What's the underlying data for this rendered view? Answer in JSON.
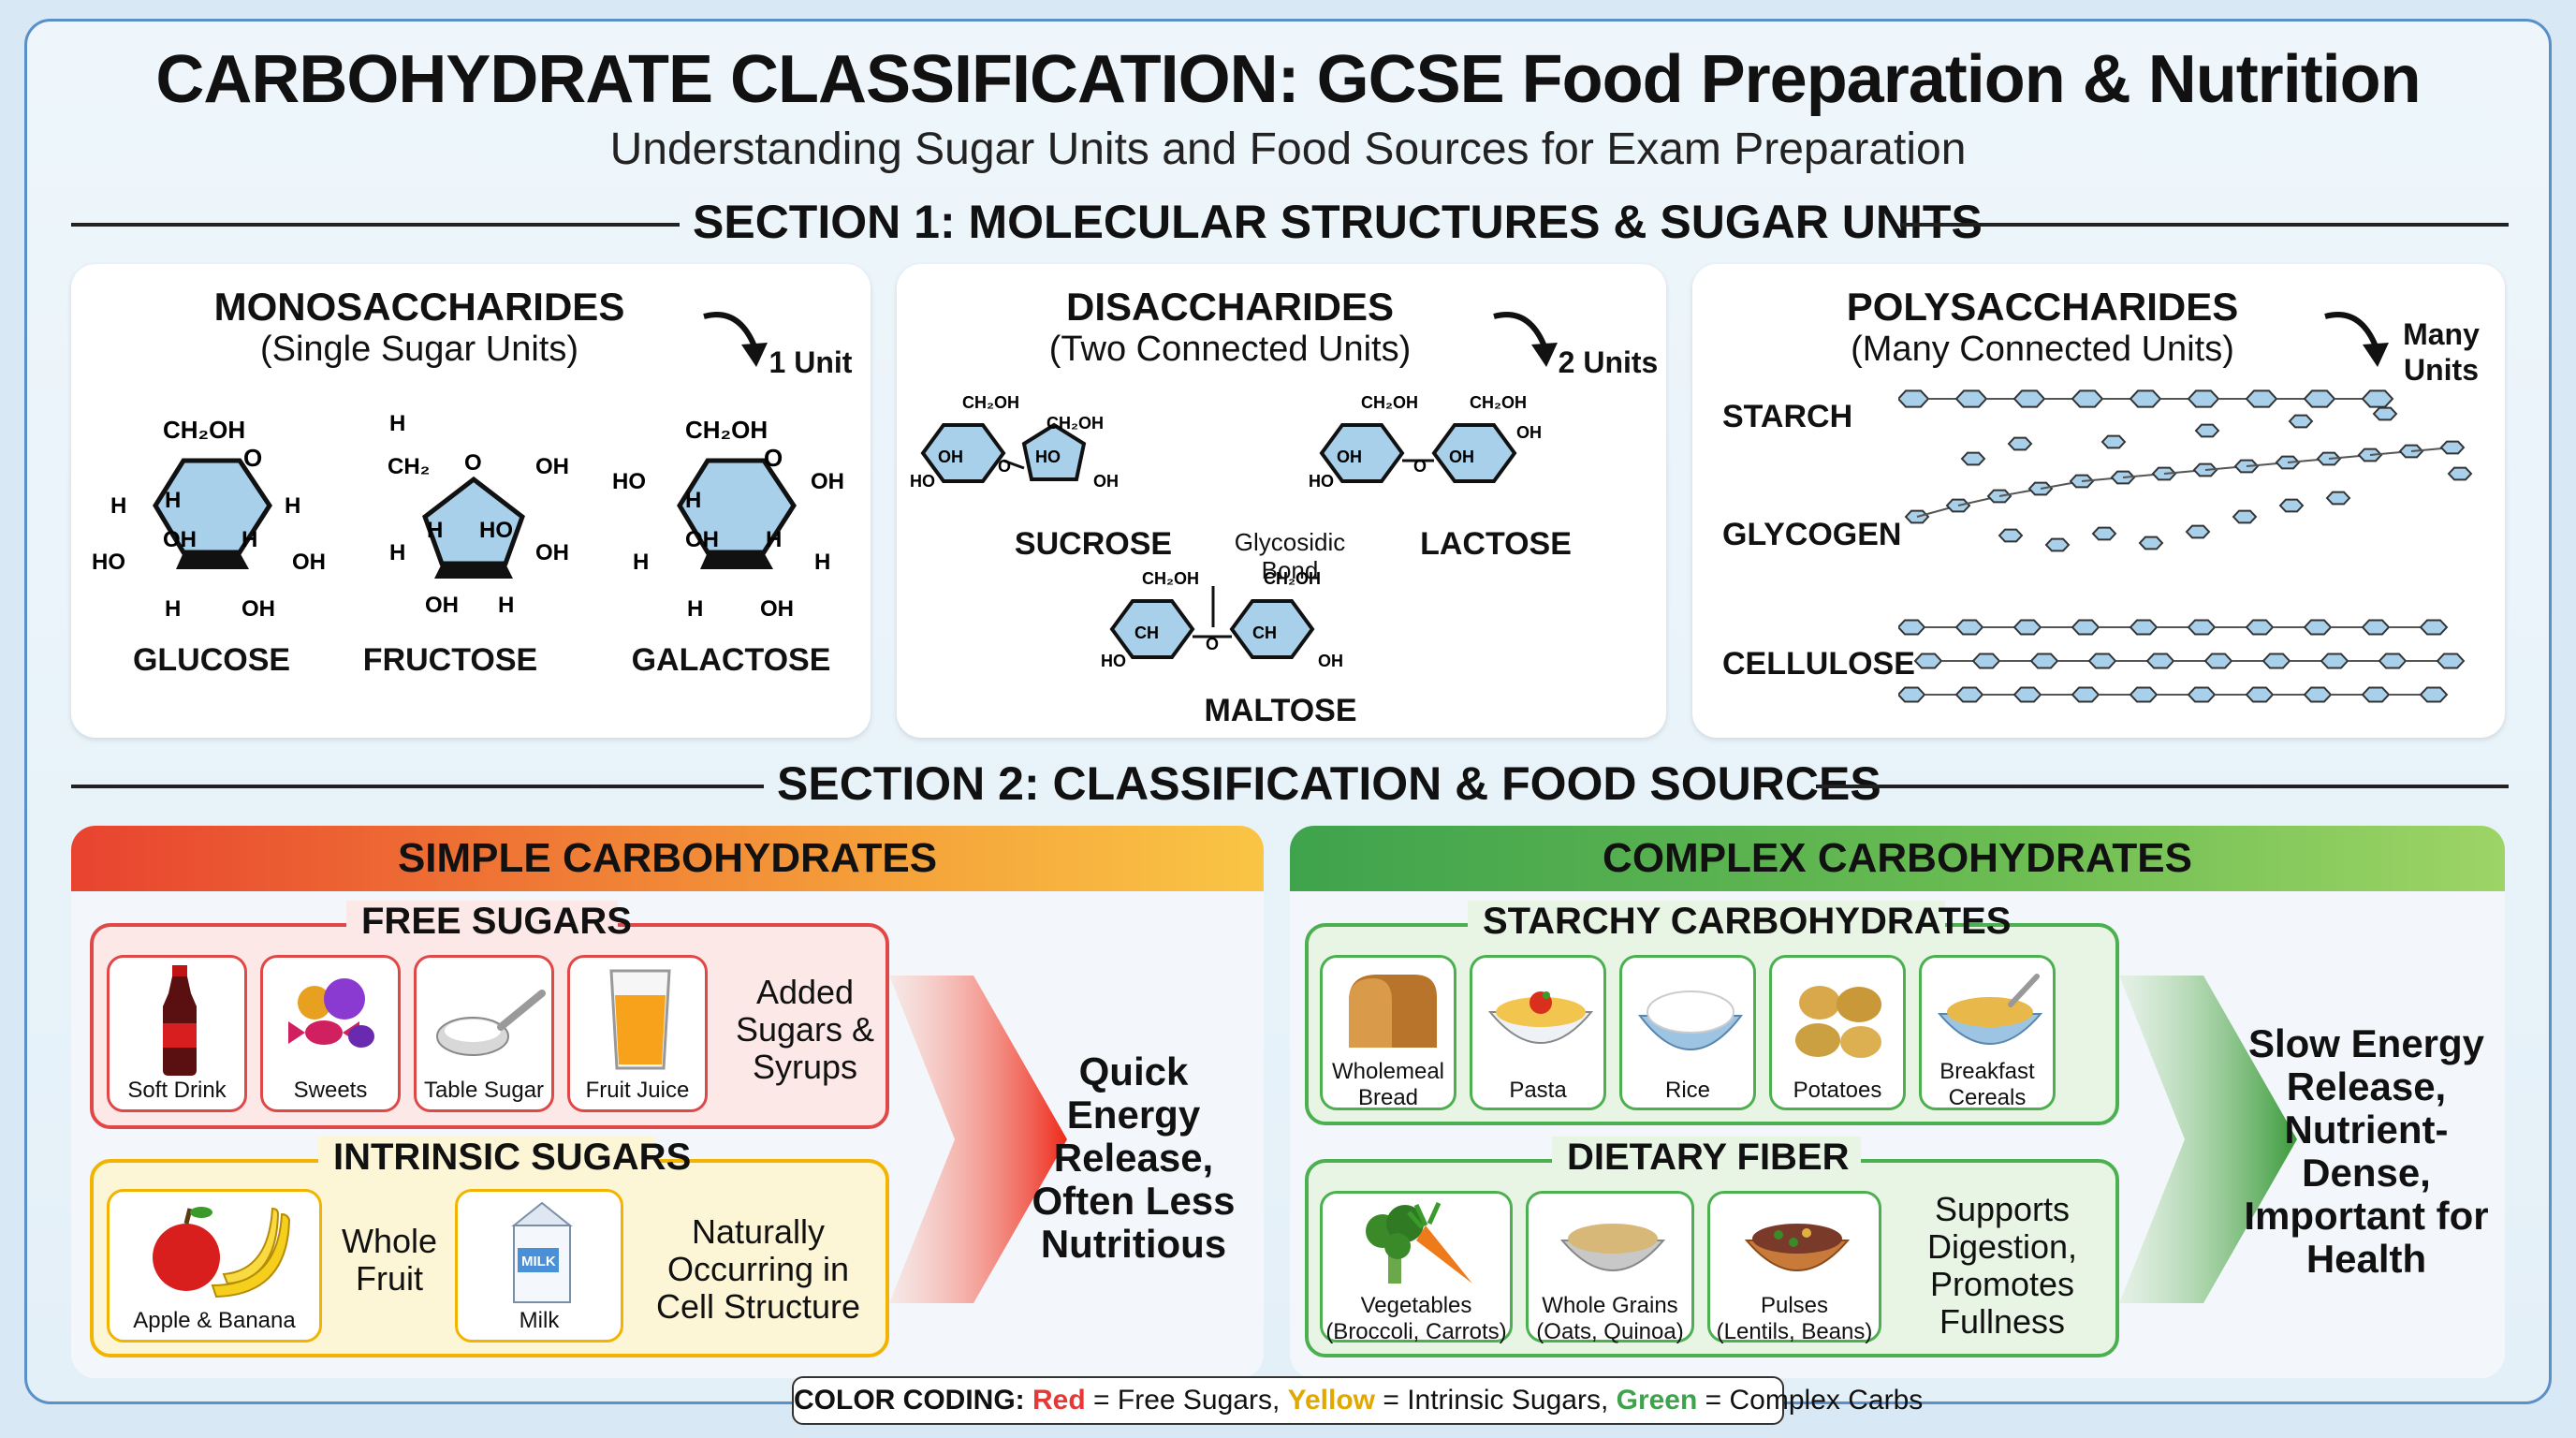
{
  "header": {
    "title": "CARBOHYDRATE CLASSIFICATION: GCSE Food Preparation & Nutrition",
    "subtitle": "Understanding Sugar Units and Food Sources for Exam Preparation"
  },
  "section1": {
    "heading": "SECTION 1: MOLECULAR STRUCTURES & SUGAR UNITS",
    "mono": {
      "title": "MONOSACCHARIDES",
      "subtitle": "(Single Sugar Units)",
      "units": "1 Unit",
      "molecules": [
        "GLUCOSE",
        "FRUCTOSE",
        "GALACTOSE"
      ]
    },
    "di": {
      "title": "DISACCHARIDES",
      "subtitle": "(Two Connected Units)",
      "units": "2 Units",
      "molecules": [
        "SUCROSE",
        "LACTOSE",
        "MALTOSE"
      ],
      "bond_label_1": "Glycosidic",
      "bond_label_2": "Bond"
    },
    "poly": {
      "title": "POLYSACCHARIDES",
      "subtitle": "(Many Connected Units)",
      "units_1": "Many",
      "units_2": "Units",
      "molecules": [
        "STARCH",
        "GLYCOGEN",
        "CELLULOSE"
      ]
    }
  },
  "section2": {
    "heading": "SECTION 2: CLASSIFICATION & FOOD SOURCES",
    "simple": {
      "title": "SIMPLE CARBOHYDRATES",
      "free": {
        "title": "FREE SUGARS",
        "items": [
          "Soft Drink",
          "Sweets",
          "Table Sugar",
          "Fruit Juice"
        ],
        "note": [
          "Added",
          "Sugars &",
          "Syrups"
        ]
      },
      "intrinsic": {
        "title": "INTRINSIC SUGARS",
        "items": [
          "Apple & Banana",
          "Milk"
        ],
        "whole_fruit": [
          "Whole",
          "Fruit"
        ],
        "note": [
          "Naturally",
          "Occurring in",
          "Cell Structure"
        ]
      },
      "outcome": [
        "Quick Energy",
        "Release,",
        "Often Less",
        "Nutritious"
      ]
    },
    "complex": {
      "title": "COMPLEX CARBOHYDRATES",
      "starchy": {
        "title": "STARCHY CARBOHYDRATES",
        "items": [
          [
            "Wholemeal",
            "Bread"
          ],
          [
            "Pasta"
          ],
          [
            "Rice"
          ],
          [
            "Potatoes"
          ],
          [
            "Breakfast",
            "Cereals"
          ]
        ]
      },
      "fiber": {
        "title": "DIETARY FIBER",
        "items": [
          [
            "Vegetables",
            "(Broccoli, Carrots)"
          ],
          [
            "Whole Grains",
            "(Oats, Quinoa)"
          ],
          [
            "Pulses",
            "(Lentils, Beans)"
          ]
        ],
        "note": [
          "Supports",
          "Digestion,",
          "Promotes",
          "Fullness"
        ]
      },
      "outcome": [
        "Slow Energy",
        "Release,",
        "Nutrient-Dense,",
        "Important for",
        "Health"
      ]
    }
  },
  "legend": {
    "prefix": "COLOR CODING:",
    "red": "Red",
    "red_desc": " = Free Sugars, ",
    "yellow": "Yellow",
    "yellow_desc": " = Intrinsic Sugars, ",
    "green": "Green",
    "green_desc": " = Complex Carbs"
  },
  "colors": {
    "red": "#e53935",
    "yellow": "#f2b400",
    "green": "#3fa34d",
    "ring": "#a9d0ea"
  },
  "chemistry": {
    "ch2oh": "CH₂OH",
    "ch2": "CH₂",
    "h": "H",
    "oh": "OH",
    "ho": "HO",
    "o": "O",
    "ch": "CH"
  }
}
